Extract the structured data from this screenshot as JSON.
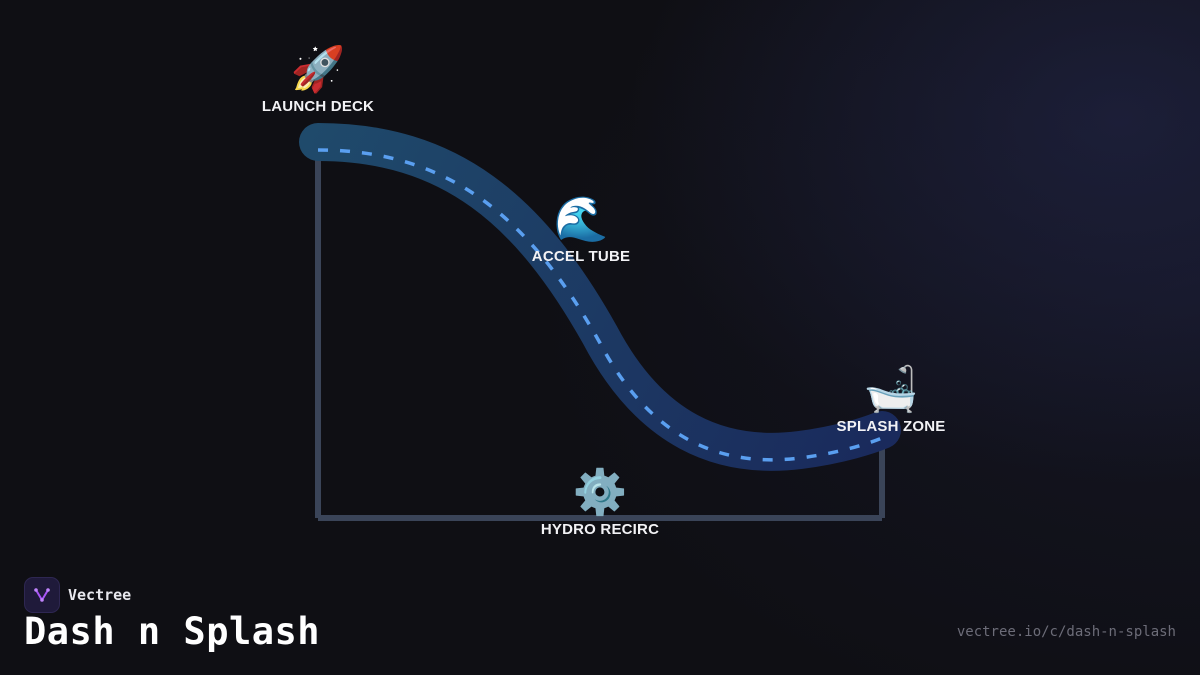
{
  "diagram": {
    "nodes": [
      {
        "id": "launch",
        "icon": "rocket-icon",
        "glyph": "🚀",
        "label": "LAUNCH DECK"
      },
      {
        "id": "accel",
        "icon": "wave-icon",
        "glyph": "🌊",
        "label": "ACCEL TUBE"
      },
      {
        "id": "splash",
        "icon": "bathtub-icon",
        "glyph": "🛁",
        "label": "SPLASH ZONE"
      },
      {
        "id": "hydro",
        "icon": "gear-icon",
        "glyph": "⚙️",
        "label": "HYDRO RECIRC"
      }
    ],
    "colors": {
      "frame": "#3a4458",
      "tube_start": "#1f4a6b",
      "tube_end": "#1a2a5c",
      "flow_dash": "#5a9ff0"
    }
  },
  "brand": {
    "name": "Vectree",
    "logo_color": "#a855f7"
  },
  "title": "Dash n Splash",
  "url": "vectree.io/c/dash-n-splash"
}
